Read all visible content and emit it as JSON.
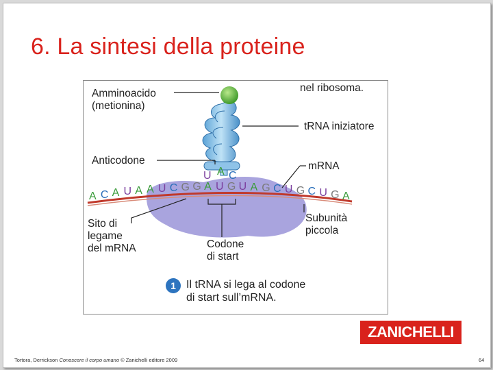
{
  "slide": {
    "title": "6. La sintesi della proteine",
    "page_number": "64"
  },
  "figure": {
    "labels": {
      "amino": "Amminoacido",
      "amino_paren": "(metionina)",
      "ribosome": "nel ribosoma.",
      "trna": "tRNA iniziatore",
      "anticodon": "Anticodone",
      "mrna": "mRNA",
      "binding1": "Sito di",
      "binding2": "legame",
      "binding3": "del mRNA",
      "codon1": "Codone",
      "codon2": "di start",
      "subunit1": "Subunità",
      "subunit2": "piccola"
    },
    "anticodon_bases": [
      "U",
      "A",
      "C"
    ],
    "mrna_bases": [
      "A",
      "C",
      "A",
      "U",
      "A",
      "A",
      "U",
      "C",
      "G",
      "G",
      "A",
      "U",
      "G",
      "U",
      "A",
      "G",
      "C",
      "U",
      "G",
      "C",
      "U",
      "G",
      "A"
    ],
    "step": {
      "number": "1",
      "line1": "Il tRNA si lega al codone",
      "line2": "di start sull’mRNA."
    },
    "colors": {
      "A": "#3a9b3a",
      "C": "#2a6fba",
      "G": "#7a7a7a",
      "U": "#7b3f9e"
    }
  },
  "publisher": {
    "logo": "ZANICHELLI"
  },
  "footer": {
    "authors": "Tortora, Derrickson",
    "book": "Conoscere il corpo umano",
    "rest": "© Zanichelli editore 2009"
  }
}
